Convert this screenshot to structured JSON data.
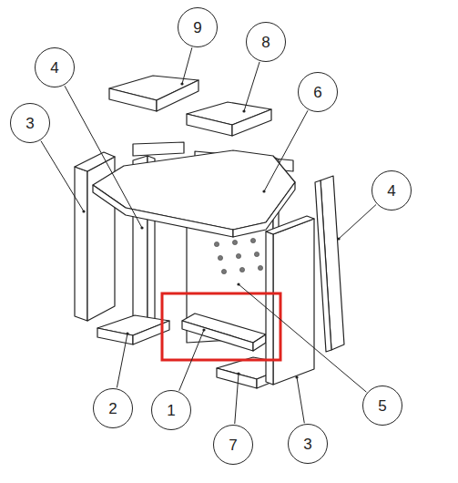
{
  "diagram": {
    "nodes": [
      {
        "text": [
          "9"
        ]
      },
      {
        "text": [
          "8"
        ]
      },
      {
        "text": [
          "4"
        ]
      },
      {
        "text": [
          "6"
        ]
      },
      {
        "text": [
          "3"
        ]
      },
      {
        "text": [
          "4"
        ]
      },
      {
        "text": [
          "5"
        ]
      },
      {
        "text": [
          "2"
        ]
      },
      {
        "text": [
          "1"
        ]
      },
      {
        "text": [
          "7"
        ]
      },
      {
        "text": [
          "3"
        ]
      }
    ]
  }
}
